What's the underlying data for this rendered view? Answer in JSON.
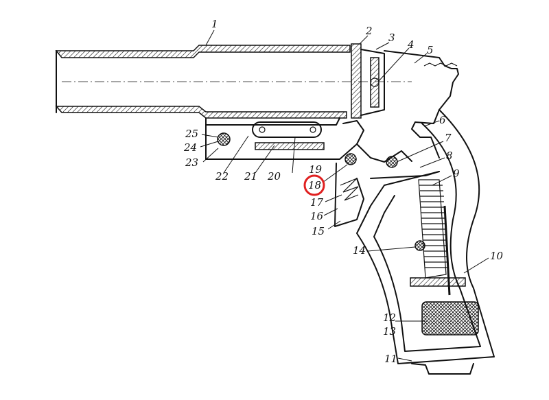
{
  "diagram": {
    "highlight_color": "#e02020",
    "highlighted_label": "18",
    "labels": {
      "n1": "1",
      "n2": "2",
      "n3": "3",
      "n4": "4",
      "n5": "5",
      "n6": "6",
      "n7": "7",
      "n8": "8",
      "n9": "9",
      "n10": "10",
      "n11": "11",
      "n12": "12",
      "n13": "13",
      "n14": "14",
      "n15": "15",
      "n16": "16",
      "n17": "17",
      "n18": "18",
      "n19": "19",
      "n20": "20",
      "n21": "21",
      "n22": "22",
      "n23": "23",
      "n24": "24",
      "n25": "25"
    }
  }
}
